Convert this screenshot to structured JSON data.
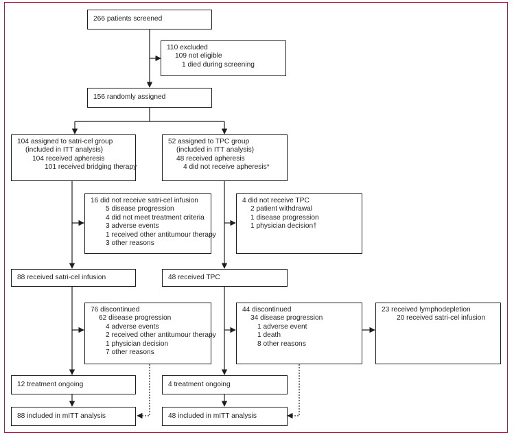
{
  "flowchart": {
    "screened": "266 patients screened",
    "excluded": {
      "title": "110 excluded",
      "lines": [
        "109 not eligible",
        "1 died during screening"
      ]
    },
    "randomised": "156 randomly assigned",
    "satri_group": {
      "title": "104 assigned to satri-cel group",
      "lines": [
        "(included in ITT analysis)",
        "104 received apheresis",
        "101 received bridging therapy"
      ]
    },
    "tpc_group": {
      "title": "52 assigned to TPC group",
      "lines": [
        "(included in ITT analysis)",
        "48 received apheresis",
        "4 did not receive apheresis*"
      ]
    },
    "no_infusion": {
      "title": "16 did not receive satri-cel infusion",
      "lines": [
        "5 disease progression",
        "4 did not meet treatment criteria",
        "3 adverse events",
        "1 received other antitumour therapy",
        "3 other reasons"
      ]
    },
    "no_tpc": {
      "title": "4 did not receive TPC",
      "lines": [
        "2 patient withdrawal",
        "1 disease progression",
        "1 physician decision†"
      ]
    },
    "satri_infusion": "88 received satri-cel infusion",
    "tpc_received": "48 received TPC",
    "satri_discontinued": {
      "title": "76 discontinued",
      "lines": [
        "62 disease progression",
        "4 adverse events",
        "2 received other antitumour therapy",
        "1 physician decision",
        "7 other reasons"
      ]
    },
    "tpc_discontinued": {
      "title": "44 discontinued",
      "lines": [
        "34 disease progression",
        "1 adverse event",
        "1 death",
        "8 other reasons"
      ]
    },
    "crossover": {
      "title": "23 received lymphodepletion",
      "lines": [
        "20 received satri-cel infusion"
      ]
    },
    "satri_ongoing": "12 treatment ongoing",
    "tpc_ongoing": "4 treatment ongoing",
    "satri_mitt": "88 included in mITT analysis",
    "tpc_mitt": "48 included in mITT analysis"
  },
  "colors": {
    "frame": "#b01a3c",
    "line": "#1e1e1e",
    "text": "#1e1e1e"
  }
}
